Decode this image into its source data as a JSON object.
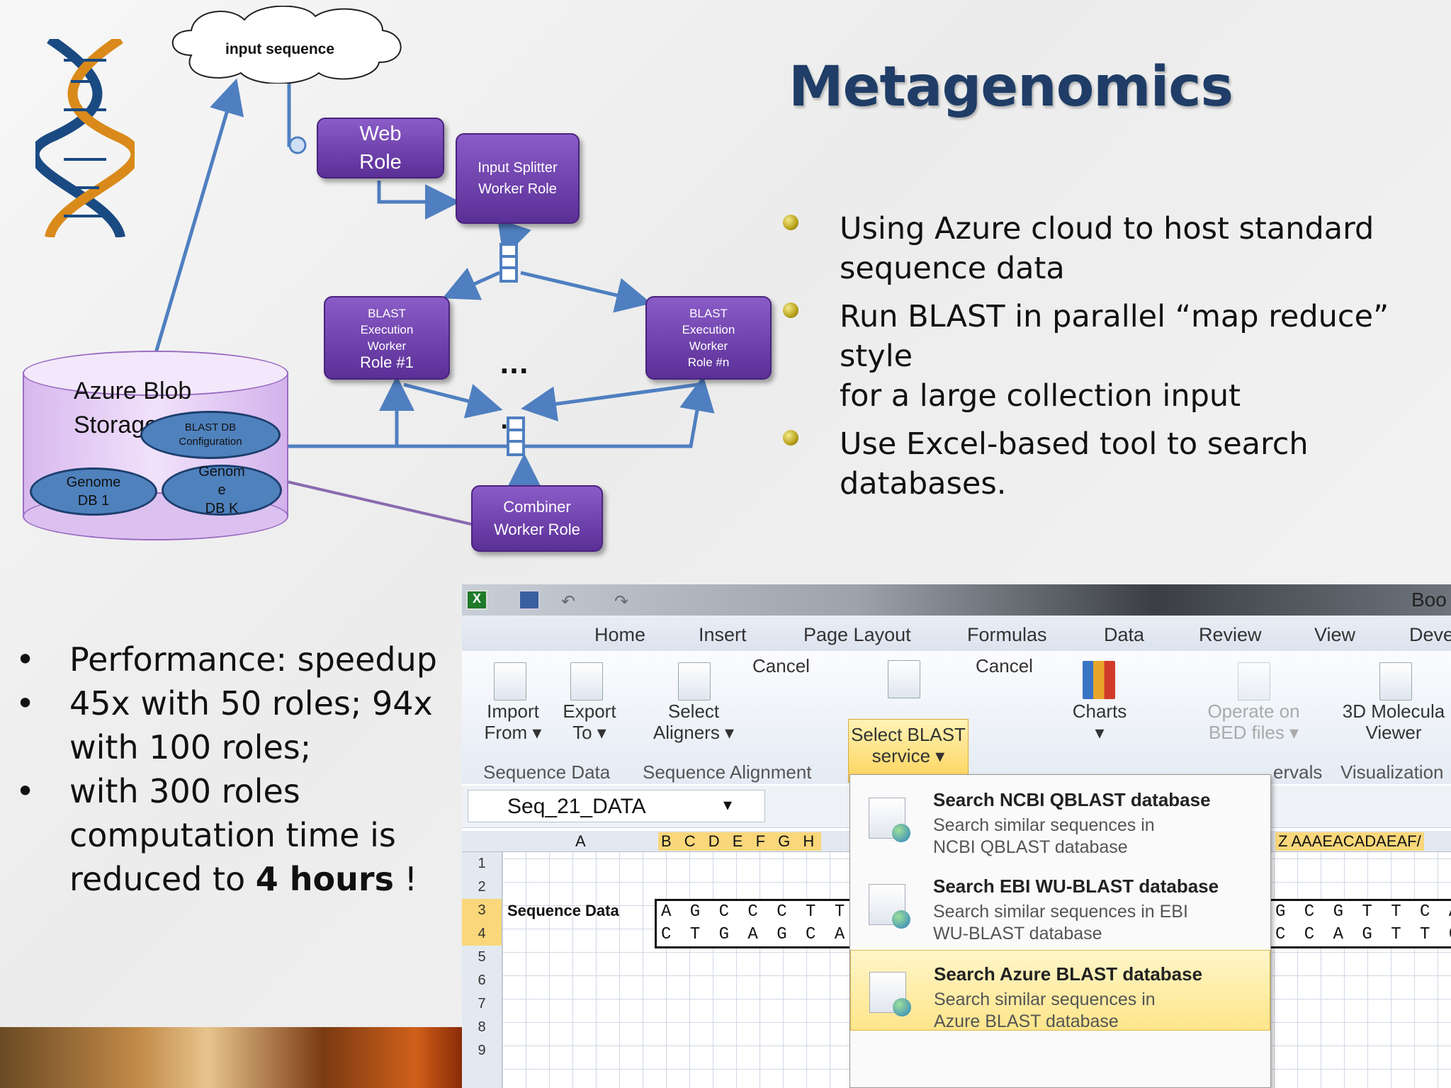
{
  "slide": {
    "title": "Metagenomics",
    "bullets": [
      {
        "line1": "Using Azure cloud to host standard",
        "line2": "sequence data"
      },
      {
        "line1": "Run BLAST in parallel “map reduce” style",
        "line2": "for a large collection input"
      },
      {
        "line1": "Use Excel-based tool to search databases.",
        "line2": ""
      }
    ],
    "perf": {
      "b1": "Performance: speedup",
      "b2l1": "45x with 50 roles; 94x",
      "b2l2": "with 100 roles;",
      "b3l1": "with 300 roles",
      "b3l2": "computation time is",
      "b3l3a": "reduced to ",
      "b3l3b": "4 hours",
      "b3l3c": " !"
    },
    "bullet_symbol": "•"
  },
  "diagram": {
    "cloud": "input sequence",
    "web_role_l1": "Web",
    "web_role_l2": "Role",
    "splitter_l1": "Input Splitter",
    "splitter_l2": "Worker Role",
    "blast1": [
      "BLAST",
      "Execution",
      "Worker"
    ],
    "blast1_last": "Role #1",
    "blastn": [
      "BLAST",
      "Execution",
      "Worker",
      "Role #n"
    ],
    "ellipsis": "...",
    "dot": ".",
    "combiner_l1": "Combiner",
    "combiner_l2": "Worker Role",
    "storage_l1": "Azure Blob",
    "storage_l2": "Storage",
    "blastdb_l1": "BLAST DB",
    "blastdb_l2": "Configuration",
    "genome1_l1": "Genome",
    "genome1_l2": "DB 1",
    "genomek_l1": "Genom",
    "genomek_l2": "e",
    "genomek_l3": "DB K"
  },
  "excel": {
    "title_partial": "Boo",
    "tabs": [
      "Home",
      "Insert",
      "Page Layout",
      "Formulas",
      "Data",
      "Review",
      "View",
      "Deve"
    ],
    "buttons": {
      "import_l1": "Import",
      "import_l2": "From ▾",
      "export_l1": "Export",
      "export_l2": "To ▾",
      "cancel1": "Cancel",
      "select_aligners_l1": "Select",
      "select_aligners_l2": "Aligners ▾",
      "cancel2": "Cancel",
      "select_blast_l1": "Select BLAST",
      "select_blast_l2": "service ▾",
      "charts": "Charts",
      "charts_arrow": "▾",
      "operate_l1": "Operate on",
      "operate_l2": "BED files ▾",
      "mol_l1": "3D Molecula",
      "mol_l2": "Viewer"
    },
    "groups": {
      "seqdata": "Sequence Data",
      "seqalign": "Sequence Alignment",
      "intervals": "ervals",
      "visual": "Visualization"
    },
    "namebox": "Seq_21_DATA",
    "menu": [
      {
        "head": "Search NCBI QBLAST database",
        "d1": "Search similar sequences in",
        "d2": "NCBI QBLAST database"
      },
      {
        "head": "Search EBI WU-BLAST database",
        "d1": "Search similar sequences in EBI",
        "d2": "WU-BLAST database"
      },
      {
        "head": "Search Azure BLAST database",
        "d1": "Search similar sequences in",
        "d2": "Azure BLAST database"
      }
    ],
    "col_a": "A",
    "cols_left": "B C D E F G H",
    "cols_right": "Z AAAEACADAEAF/",
    "rows": [
      "1",
      "2",
      "3",
      "4",
      "5",
      "6",
      "7",
      "8",
      "9"
    ],
    "seq_label": "Sequence Data",
    "seq_r3_left": "A G C C C T T A",
    "seq_r4_left": "C T G A G C A A",
    "seq_r3_right": "G C G T T C A",
    "seq_r4_right": "C C A G T T C"
  }
}
